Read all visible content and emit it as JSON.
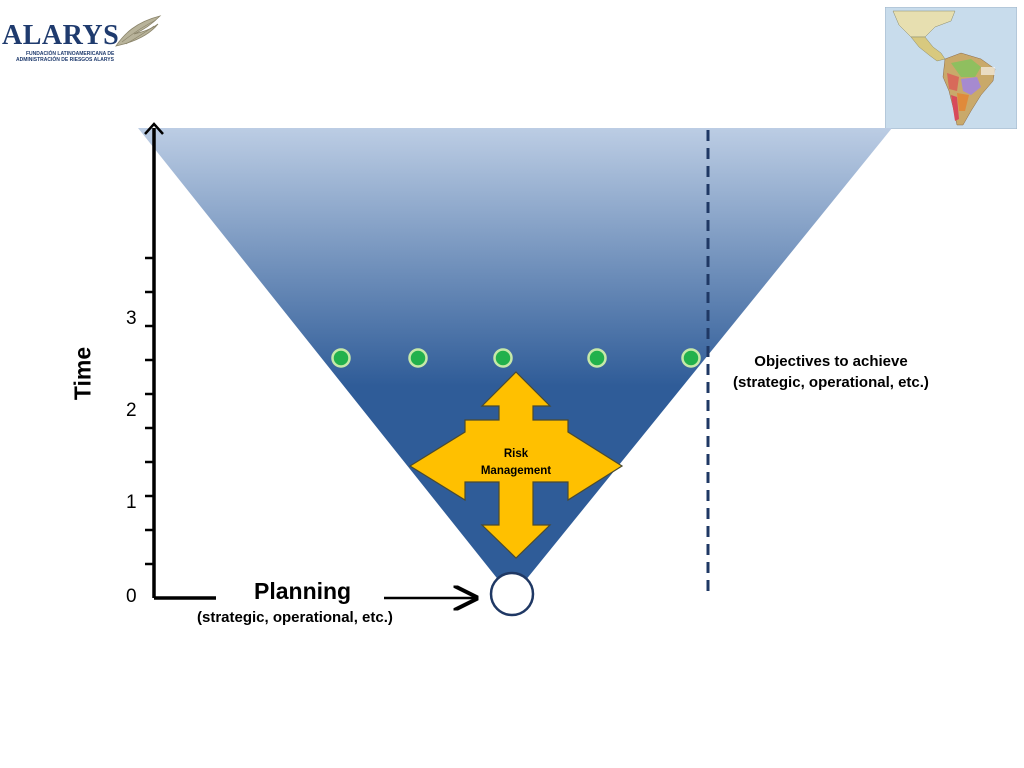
{
  "logo": {
    "wordmark": "ALARYS",
    "subtitle_line1": "FUNDACIÓN LATINOAMERICANA DE",
    "subtitle_line2": "ADMINISTRACIÓN DE RIESGOS ALARYS"
  },
  "map": {
    "icon": "latin-america-map-icon"
  },
  "axis": {
    "title": "Time",
    "ticks": [
      "0",
      "1",
      "2",
      "3"
    ]
  },
  "planning": {
    "label": "Planning",
    "sub": "(strategic, operational, etc.)"
  },
  "objectives": {
    "line1": "Objectives to achieve",
    "line2": "(strategic, operational, etc.)"
  },
  "risk": {
    "line1": "Risk",
    "line2": "Management"
  },
  "colors": {
    "cone_top": "#bccde4",
    "cone_bottom": "#2f5c98",
    "milestone": "#22b14c",
    "risk_fill": "#ffc000",
    "dashed_line": "#1f3864",
    "logo": "#1f3b6e"
  }
}
